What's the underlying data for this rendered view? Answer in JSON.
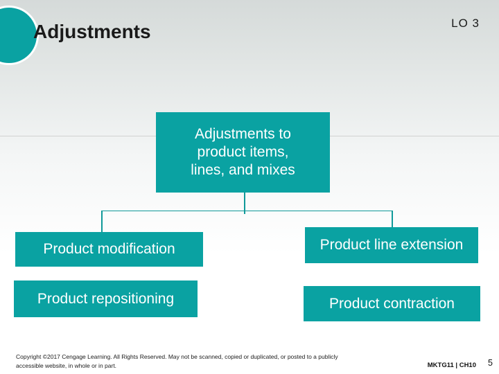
{
  "header": {
    "title": "Adjustments",
    "lo_badge": "LO 3"
  },
  "diagram": {
    "root_label": "Adjustments to product items, lines, and mixes",
    "children": [
      {
        "label": "Product modification"
      },
      {
        "label": "Product line extension"
      },
      {
        "label": "Product repositioning"
      },
      {
        "label": "Product contraction"
      }
    ]
  },
  "footer": {
    "copyright_line1": "Copyright ©2017 Cengage Learning. All Rights Reserved. May not be scanned, copied or duplicated, or posted to a publicly",
    "copyright_line2": "accessible website, in whole or in part.",
    "course_code": "MKTG11 | CH10",
    "page_number": "5"
  },
  "colors": {
    "teal": "#0aa2a2",
    "connector": "#0f9999",
    "divider": "#d0d2d1"
  }
}
